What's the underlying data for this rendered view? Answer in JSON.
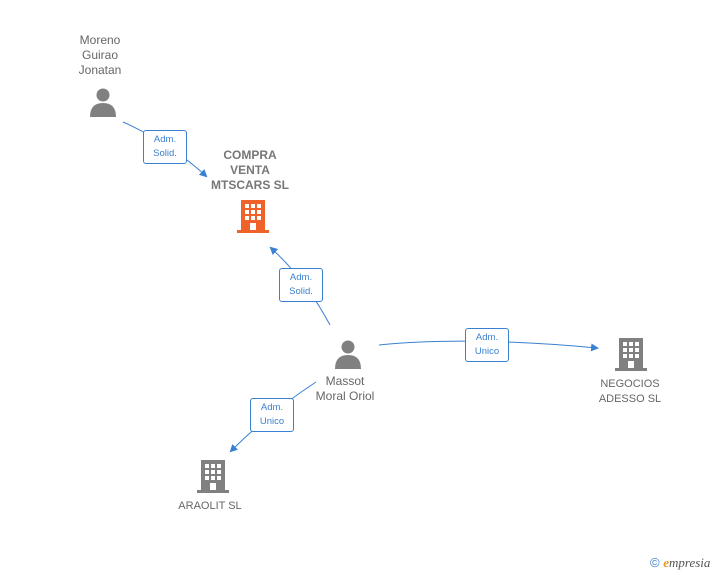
{
  "nodes": {
    "moreno": {
      "lines": [
        "Moreno",
        "Guirao",
        "Jonatan"
      ],
      "type": "person"
    },
    "compra": {
      "lines": [
        "COMPRA",
        "VENTA",
        "MTSCARS SL"
      ],
      "type": "company",
      "focal": true
    },
    "massot": {
      "lines": [
        "Massot",
        "Moral Oriol"
      ],
      "type": "person"
    },
    "negocios": {
      "lines": [
        "NEGOCIOS",
        "ADESSO SL"
      ],
      "type": "company"
    },
    "araolit": {
      "lines": [
        "ARAOLIT SL"
      ],
      "type": "company"
    }
  },
  "edges": [
    {
      "from": "moreno",
      "to": "compra",
      "label": [
        "Adm.",
        "Solid."
      ]
    },
    {
      "from": "massot",
      "to": "compra",
      "label": [
        "Adm.",
        "Solid."
      ]
    },
    {
      "from": "massot",
      "to": "negocios",
      "label": [
        "Adm.",
        "Unico"
      ]
    },
    {
      "from": "massot",
      "to": "araolit",
      "label": [
        "Adm.",
        "Unico"
      ]
    }
  ],
  "colors": {
    "edge": "#3a80d0",
    "person_icon": "#808080",
    "company_icon": "#808080",
    "focal_icon": "#f0622a"
  },
  "icons": {
    "person": "person-icon",
    "company": "building-icon"
  },
  "watermark": {
    "symbol": "©",
    "brand_initial": "e",
    "brand_rest": "mpresia"
  }
}
